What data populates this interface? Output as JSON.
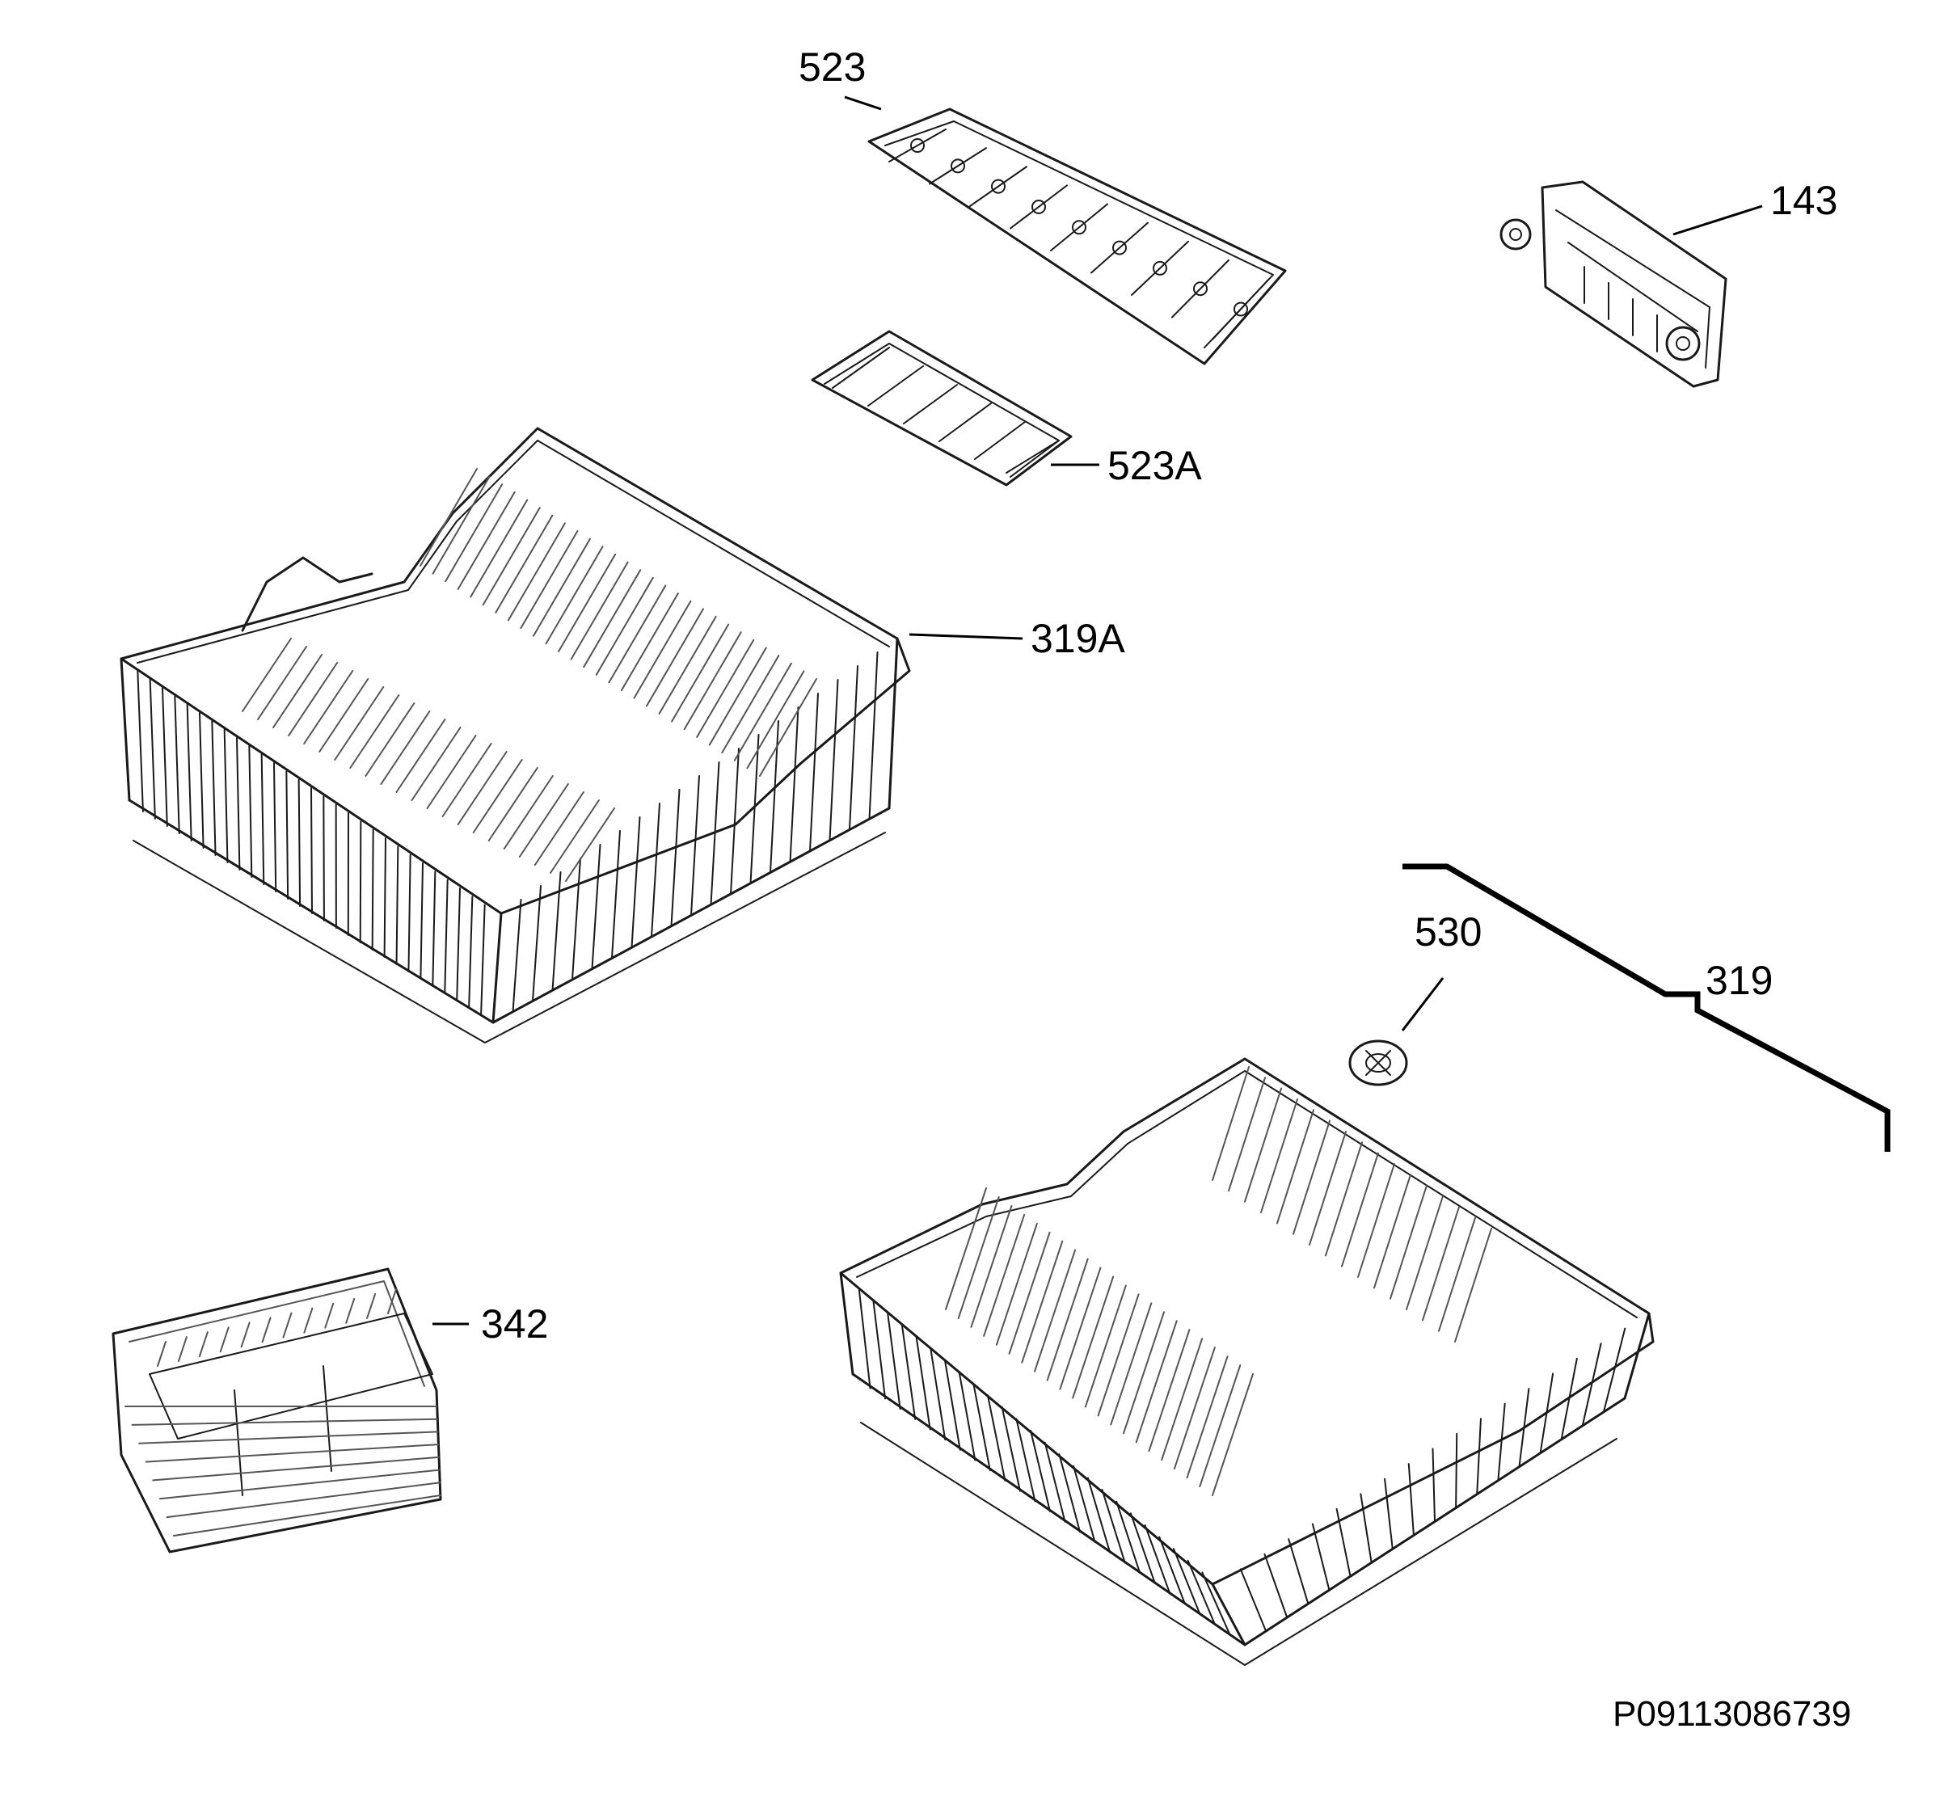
{
  "diagram": {
    "reference_code": "P09113086739",
    "callouts": [
      {
        "id": "523",
        "label": "523"
      },
      {
        "id": "523A",
        "label": "523A"
      },
      {
        "id": "143",
        "label": "143"
      },
      {
        "id": "319A",
        "label": "319A"
      },
      {
        "id": "530",
        "label": "530"
      },
      {
        "id": "319",
        "label": "319"
      },
      {
        "id": "342",
        "label": "342"
      }
    ]
  }
}
